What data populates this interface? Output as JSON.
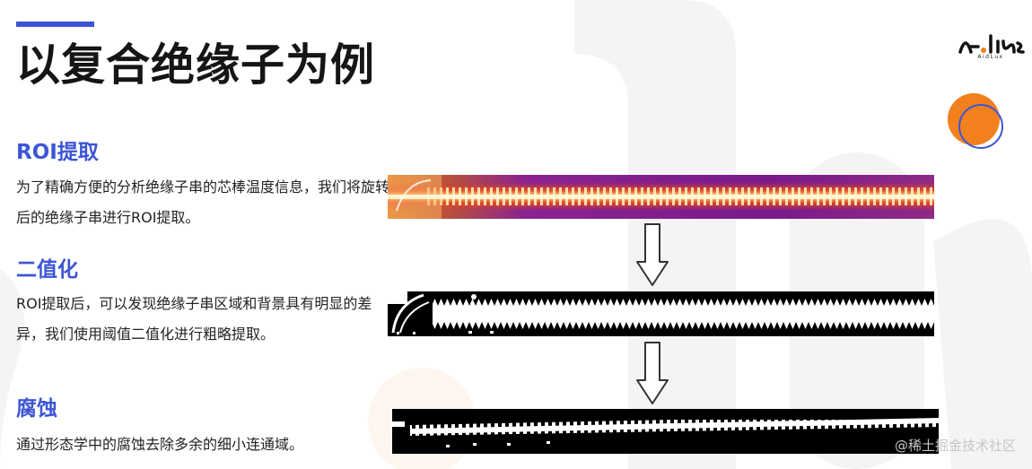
{
  "slide": {
    "title": "以复合绝缘子为例",
    "logo_text": "AidLux"
  },
  "sections": [
    {
      "heading": "ROI提取",
      "body": "为了精确方便的分析绝缘子串的芯棒温度信息，我们将旋转后的绝缘子串进行ROI提取。"
    },
    {
      "heading": "二值化",
      "body": "ROI提取后，可以发现绝缘子串区域和背景具有明显的差异，我们使用阈值二值化进行粗略提取。"
    },
    {
      "heading": "腐蚀",
      "body": "通过形态学中的腐蚀去除多余的细小连通域。"
    }
  ],
  "watermark": "@稀土掘金技术社区",
  "colors": {
    "accent": "#3d55d6",
    "orange": "#f2801c",
    "thermal_background": "#7a1a8c",
    "thermal_core": "#fff2a8"
  },
  "icons": {
    "down_arrow": "down-arrow-icon",
    "logo": "aidlux-logo"
  }
}
